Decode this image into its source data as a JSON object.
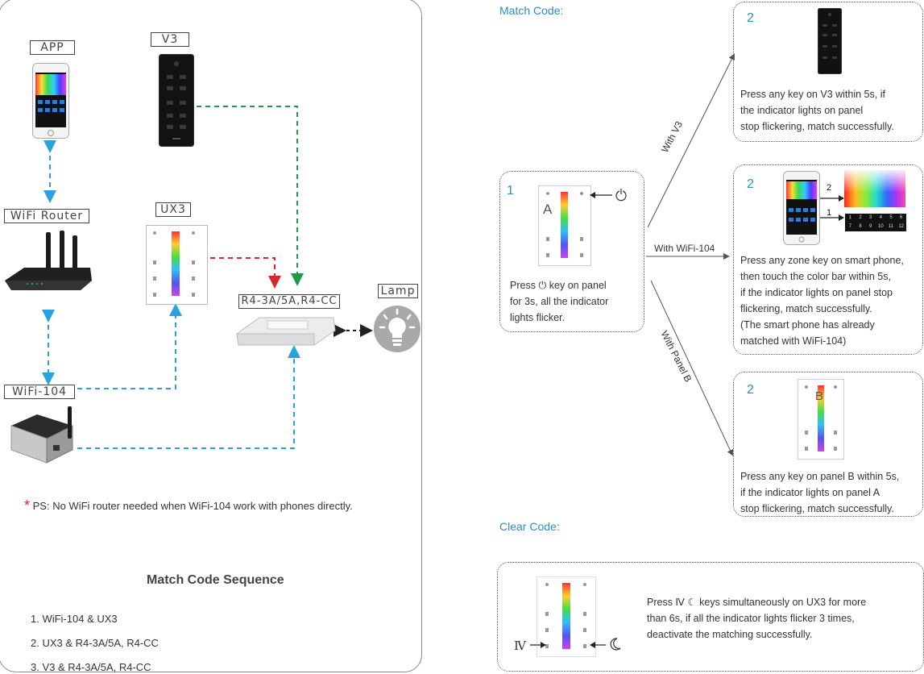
{
  "left": {
    "labels": {
      "app": "APP",
      "v3": "V3",
      "wifi_router": "WiFi Router",
      "ux3": "UX3",
      "wifi_104": "WiFi-104",
      "receiver": "R4-3A/5A,R4-CC",
      "lamp": "Lamp"
    },
    "ps_mark": "*",
    "ps_note": "PS: No WiFi  router needed when WiFi-104 work with phones directly.",
    "sequence_title": "Match Code Sequence",
    "sequence": [
      "1. WiFi-104 & UX3",
      "2. UX3 & R4-3A/5A, R4-CC",
      "3. V3 & R4-3A/5A, R4-CC"
    ]
  },
  "right": {
    "match_heading": "Match Code:",
    "step1": {
      "num": "1",
      "panel_letter": "A",
      "lines": [
        "Press ⏻ key on panel",
        "for 3s, all the indicator",
        "lights flicker."
      ]
    },
    "branches": {
      "v3": "With V3",
      "wifi": "With WiFi-104",
      "panel_b": "With Panel B"
    },
    "step2_v3": {
      "num": "2",
      "lines": [
        "Press any key on V3 within 5s, if",
        "the indicator lights on panel",
        "stop flickering, match successfully."
      ]
    },
    "step2_wifi": {
      "num": "2",
      "arrow1": "1",
      "arrow2": "2",
      "zone_numbers": [
        "1",
        "2",
        "3",
        "4",
        "5",
        "6",
        "7",
        "8",
        "9",
        "10",
        "11",
        "12"
      ],
      "lines": [
        "Press any zone key on smart phone,",
        "then touch the color bar within 5s,",
        "if the indicator lights on panel stop",
        "flickering, match successfully.",
        "(The smart phone has already",
        "matched with WiFi-104)"
      ]
    },
    "step2_panel_b": {
      "num": "2",
      "panel_letter": "B",
      "lines": [
        "Press any key on panel B within 5s,",
        "if the indicator lights on panel A",
        "stop flickering, match successfully."
      ]
    },
    "clear_heading": "Clear Code:",
    "clear": {
      "key_label": "Ⅳ",
      "lines": [
        "Press Ⅳ ☾ keys simultaneously on UX3 for more",
        "than 6s, if all the indicator lights flicker 3 times,",
        "deactivate the matching successfully."
      ]
    }
  },
  "colors": {
    "blue_link": "#29a3e0",
    "green_link": "#1f9a48",
    "red_link": "#d9262b",
    "accent_text": "#2f8bc4",
    "ps_star": "#d9262b"
  }
}
